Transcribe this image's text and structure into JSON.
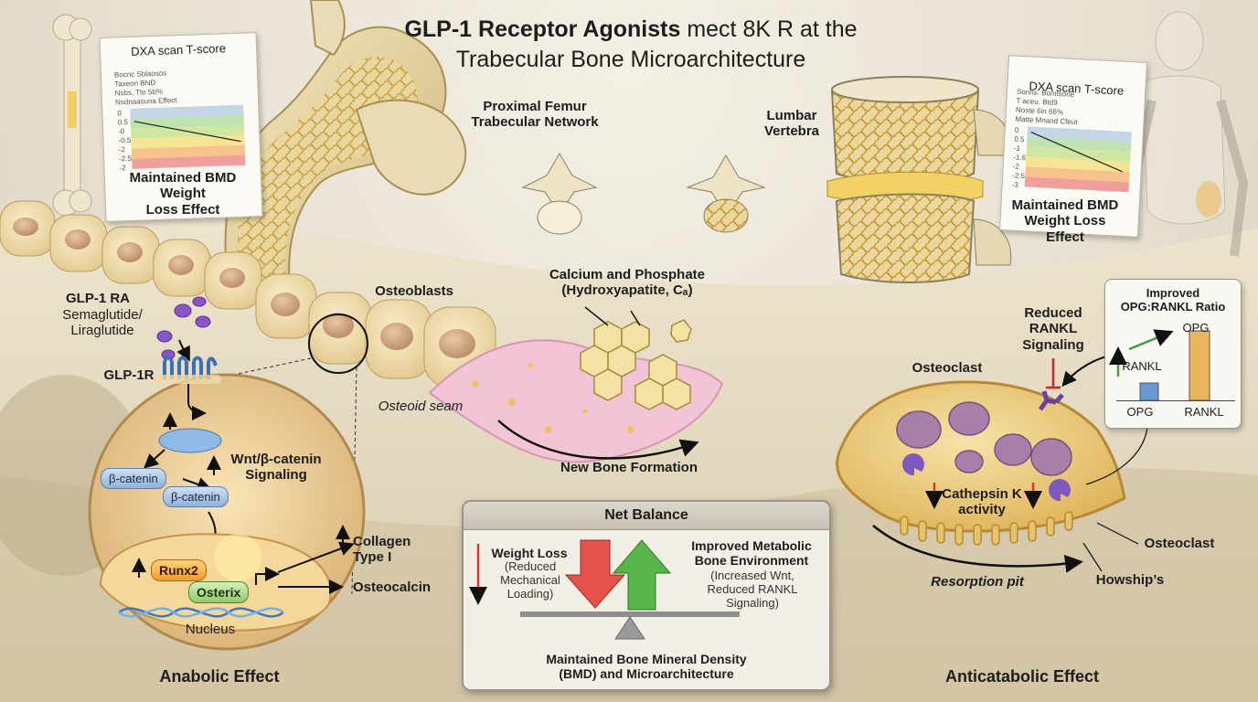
{
  "title": {
    "line1_bold": "GLP-1 Receptor Agonists",
    "line1_rest": " mect 8K R at the",
    "line2": "Trabecular Bone Microarchitecture"
  },
  "labels": {
    "proximal_femur": "Proximal Femur\nTrabecular Network",
    "lumbar": "Lumbar\nVertebra",
    "glp1_ra": "GLP-1 RA",
    "sema": "Semaglutide/\nLiraglutide",
    "glp1r": "GLP-1R",
    "osteoblasts": "Osteoblasts",
    "calcium": "Calcium and Phosphate\n(Hydroxyapatite, Cₐ)",
    "osteoid": "Osteoid seam",
    "new_bone": "New Bone Formation",
    "wnt": "Wnt/β-catenin\nSignaling",
    "bcat1": "β-catenin",
    "bcat2": "β-catenin",
    "runx2": "Runx2",
    "osterix": "Osterix",
    "nucleus": "Nucleus",
    "collagen": "Collagen\nType I",
    "osteocalcin": "Osteocalcin",
    "anabolic": "Anabolic Effect",
    "anticatabolic": "Anticatabolic Effect",
    "reduced_rankl": "Reduced\nRANKL\nSignaling",
    "osteoclast_top": "Osteoclast",
    "osteoclast_right": "Osteoclast",
    "cathepsin": "Cathepsin K\nactivity",
    "resorption": "Resorption pit",
    "howship": "Howship’s"
  },
  "dxa_left": {
    "title": "DXA scan T-score",
    "lines": [
      "Bocnc Sblaosos",
      "Taxeon BND",
      "Nsbs, Tto 5b%",
      "Nsdnaasuna Effect"
    ],
    "ticks": [
      "0",
      "0.5",
      "-0",
      "-0.5",
      "-2",
      "-2.5",
      "-2"
    ],
    "caption": "Maintained BMD\nWeight\nLoss Effect"
  },
  "dxa_right": {
    "title": "DXA scan T-score",
    "lines": [
      "Sonns. Bomtsone",
      "T aceu. Btd9",
      "Noste 6in 66%",
      "Matte Mnand Cfeut"
    ],
    "ticks": [
      "0",
      "0.5",
      "-1",
      "-1.6",
      "-2",
      "-2.5",
      "-3"
    ],
    "caption": "Maintained BMD\nWeight Loss\nEffect"
  },
  "opg_panel": {
    "title": "Improved\nOPG:RANKL Ratio",
    "opg_top": "OPG",
    "rankl_mid": "RANKL",
    "x_opg": "OPG",
    "x_rankl": "RANKL",
    "bars": [
      {
        "name": "RANKL",
        "value": 0.25
      },
      {
        "name": "OPG",
        "value": 1.0
      }
    ]
  },
  "net_balance": {
    "header": "Net Balance",
    "left_title": "Weight Loss",
    "left_sub": "(Reduced\nMechanical\nLoading)",
    "right_title": "Improved Metabolic\nBone Environment",
    "right_sub": "(Increased Wnt,\nReduced RANKL\nSignaling)",
    "footer": "Maintained Bone Mineral Density\n(BMD) and Microarchitecture"
  },
  "colors": {
    "bone": "#e4d9bd",
    "osteoblast": "#f0dcae",
    "osteoid": "#f2bfd4",
    "osteoclast": "#f0d385",
    "nucleus_purple": "#a77fa8",
    "receptor_blue": "#5c8fd0",
    "drug_purple": "#8a55c8",
    "arrow_red": "#d23b2f",
    "arrow_green": "#3fa142"
  }
}
